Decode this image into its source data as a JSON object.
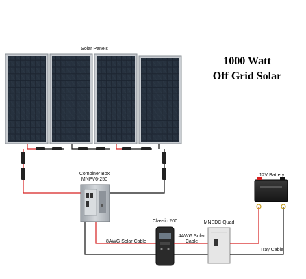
{
  "title": {
    "line1": "1000 Watt",
    "line2": "Off Grid Solar"
  },
  "labels": {
    "solar_panels": "Solar Panels",
    "combiner_box_line1": "Combiner Box",
    "combiner_box_line2": "MNPV6-250",
    "charge_controller": "Classic 200",
    "disconnect": "MNEDC Quad",
    "battery": "12V Battery",
    "cable_8awg": "8AWG Solar Cable",
    "cable_4awg_line1": "4AWG Solar",
    "cable_4awg_line2": "Cable",
    "tray_cable": "Tray Cable"
  },
  "colors": {
    "wire_positive": "#d62020",
    "wire_negative": "#111111",
    "panel_cell": "#1c2430",
    "panel_frame": "#c9cdd2",
    "combiner_box": "#b9bec4",
    "charge_controller": "#2a2a2a",
    "disconnect_box": "#e6e6e6",
    "battery": "#222222"
  },
  "icons": {
    "panel": "solar-panel-icon",
    "connector": "mc4-connector-icon",
    "combiner": "combiner-box-icon",
    "controller": "charge-controller-icon",
    "disconnect": "dc-disconnect-icon",
    "battery": "battery-icon"
  }
}
